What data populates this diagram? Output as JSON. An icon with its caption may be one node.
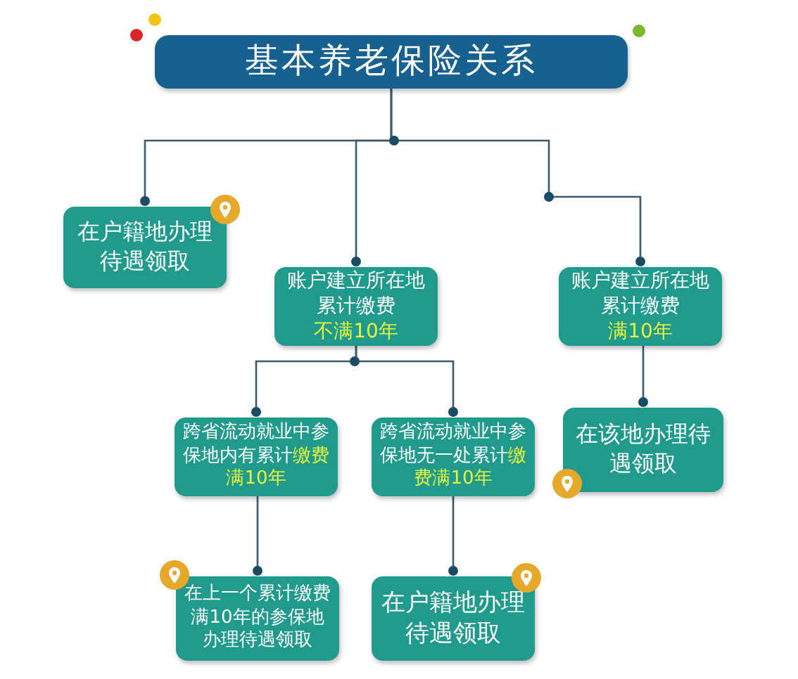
{
  "diagram": {
    "nodes": [
      {
        "text": [
          "基本养老保险关系"
        ]
      },
      {
        "text": [
          "在户籍地办理待遇领取"
        ]
      },
      {
        "text": [
          "账户建立所在地累计缴费",
          "不满10年"
        ]
      },
      {
        "text": [
          "账户建立所在地累计缴费",
          "满10年"
        ]
      },
      {
        "text": [
          "跨省流动就业中参保地内有累计",
          "缴费满10年"
        ]
      },
      {
        "text": [
          "跨省流动就业中参保地无一处累计",
          "缴费满10年"
        ]
      },
      {
        "text": [
          "在上一个累计缴费满10年的参保地办理待遇领取"
        ]
      },
      {
        "text": [
          "在户籍地办理待遇领取"
        ]
      },
      {
        "text": [
          "在该地办理待遇领取"
        ]
      }
    ],
    "edges": [
      {
        "from": 0,
        "to": 1,
        "arrow": "other"
      },
      {
        "from": 0,
        "to": 2,
        "arrow": "other"
      },
      {
        "from": 0,
        "to": 3,
        "arrow": "other"
      },
      {
        "from": 2,
        "to": 4,
        "arrow": "other"
      },
      {
        "from": 2,
        "to": 5,
        "arrow": "other"
      },
      {
        "from": 4,
        "to": 6,
        "arrow": "other"
      },
      {
        "from": 5,
        "to": 7,
        "arrow": "other"
      },
      {
        "from": 3,
        "to": 8,
        "arrow": "other"
      }
    ]
  }
}
